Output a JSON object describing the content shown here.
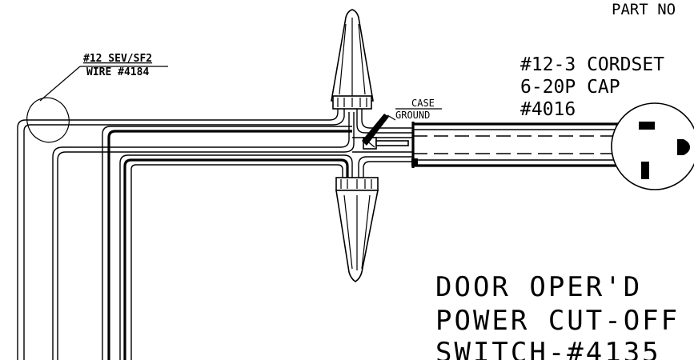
{
  "part_no_label": "PART NO",
  "wire_label": {
    "line1": "#12 SEV/SF2",
    "line2": "WIRE #4184"
  },
  "case_ground_label": {
    "line1": "CASE",
    "line2": "GROUND"
  },
  "cordset_label": {
    "line1": "#12-3 CORDSET",
    "line2": "6-20P CAP",
    "line3": "#4016"
  },
  "switch_title": {
    "line1": "DOOR OPER'D",
    "line2": "POWER CUT-OFF",
    "line3": "SWITCH-#4135"
  },
  "icons": [
    "wire-nut-icon",
    "plug-6-20p-icon",
    "ground-screw-icon"
  ]
}
